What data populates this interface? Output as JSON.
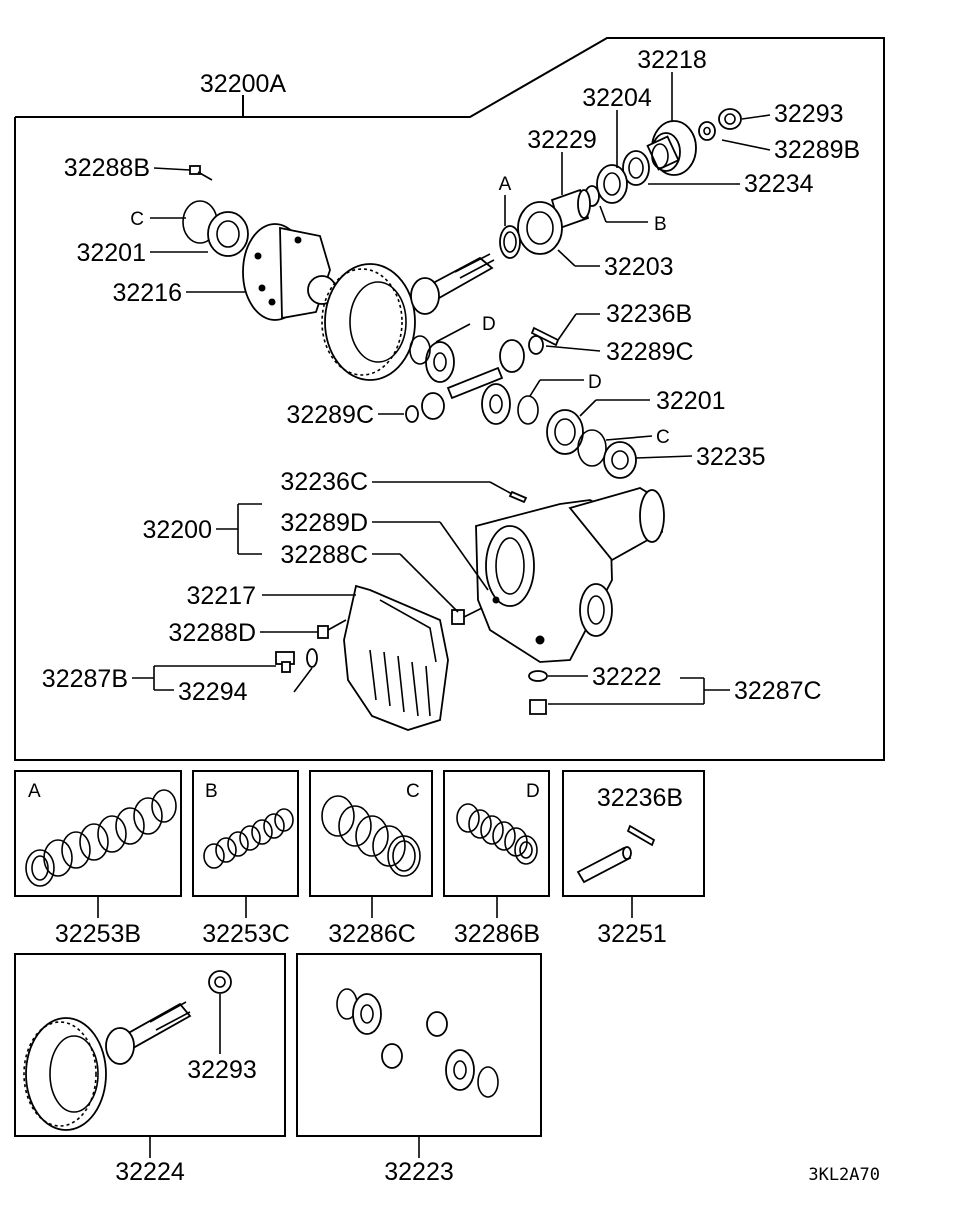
{
  "labels": {
    "main_assembly": "32200A",
    "p32218": "32218",
    "p32204": "32204",
    "p32293": "32293",
    "p32229": "32229",
    "p32289B": "32289B",
    "p32288B": "32288B",
    "p32234": "32234",
    "letter_A_top": "A",
    "letter_B_top": "B",
    "letter_C_top": "C",
    "p32201_left": "32201",
    "p32203": "32203",
    "p32216": "32216",
    "letter_D_1": "D",
    "p32236B": "32236B",
    "p32289C_right": "32289C",
    "letter_D_2": "D",
    "p32201_right": "32201",
    "p32289C_left": "32289C",
    "letter_C_right": "C",
    "p32235": "32235",
    "p32236C": "32236C",
    "p32200": "32200",
    "p32289D": "32289D",
    "p32288C": "32288C",
    "p32217": "32217",
    "p32288D": "32288D",
    "p32287B": "32287B",
    "p32294": "32294",
    "p32222": "32222",
    "p32287C": "32287C"
  },
  "kits": [
    {
      "letter": "A",
      "code": "32253B"
    },
    {
      "letter": "B",
      "code": "32253C"
    },
    {
      "letter": "C",
      "code": "32286C"
    },
    {
      "letter": "D",
      "code": "32286B"
    },
    {
      "inner_label": "32236B",
      "code": "32251"
    }
  ],
  "bottom": {
    "gear_set_code": "32224",
    "gear_set_nut": "32293",
    "diff_gear_code": "32223"
  },
  "drawing_code": "3KL2A70"
}
